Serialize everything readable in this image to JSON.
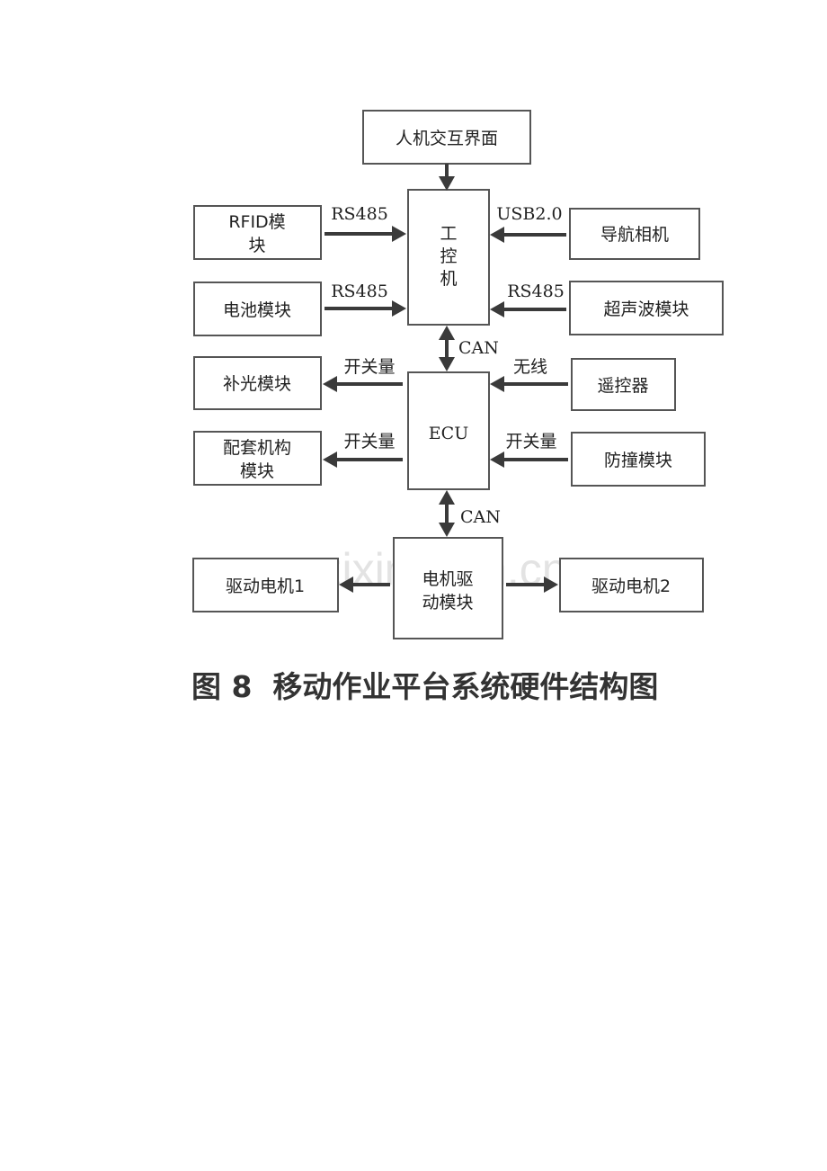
{
  "watermark": "www.zixin.com.cn",
  "caption": "图 8  移动作业平台系统硬件结构图",
  "nodes": {
    "hmi": "人机交互界面",
    "ipc": [
      "工",
      "控",
      "机"
    ],
    "rfid": [
      "RFID模",
      "块"
    ],
    "battery": "电池模块",
    "camera": "导航相机",
    "ultrasonic": "超声波模块",
    "lighting": "补光模块",
    "remote": "遥控器",
    "ecu": "ECU",
    "mechanism": [
      "配套机构",
      "模块"
    ],
    "bumper": "防撞模块",
    "driver": [
      "电机驱",
      "动模块"
    ],
    "motor1": "驱动电机1",
    "motor2": "驱动电机2"
  },
  "links": {
    "rfid_ipc": "RS485",
    "battery_ipc": "RS485",
    "camera_ipc": "USB2.0",
    "ultrasonic_ipc": "RS485",
    "ipc_ecu": "CAN",
    "ecu_lighting": "开关量",
    "remote_ecu": "无线",
    "ecu_mechanism": "开关量",
    "bumper_ecu": "开关量",
    "ecu_driver": "CAN"
  }
}
